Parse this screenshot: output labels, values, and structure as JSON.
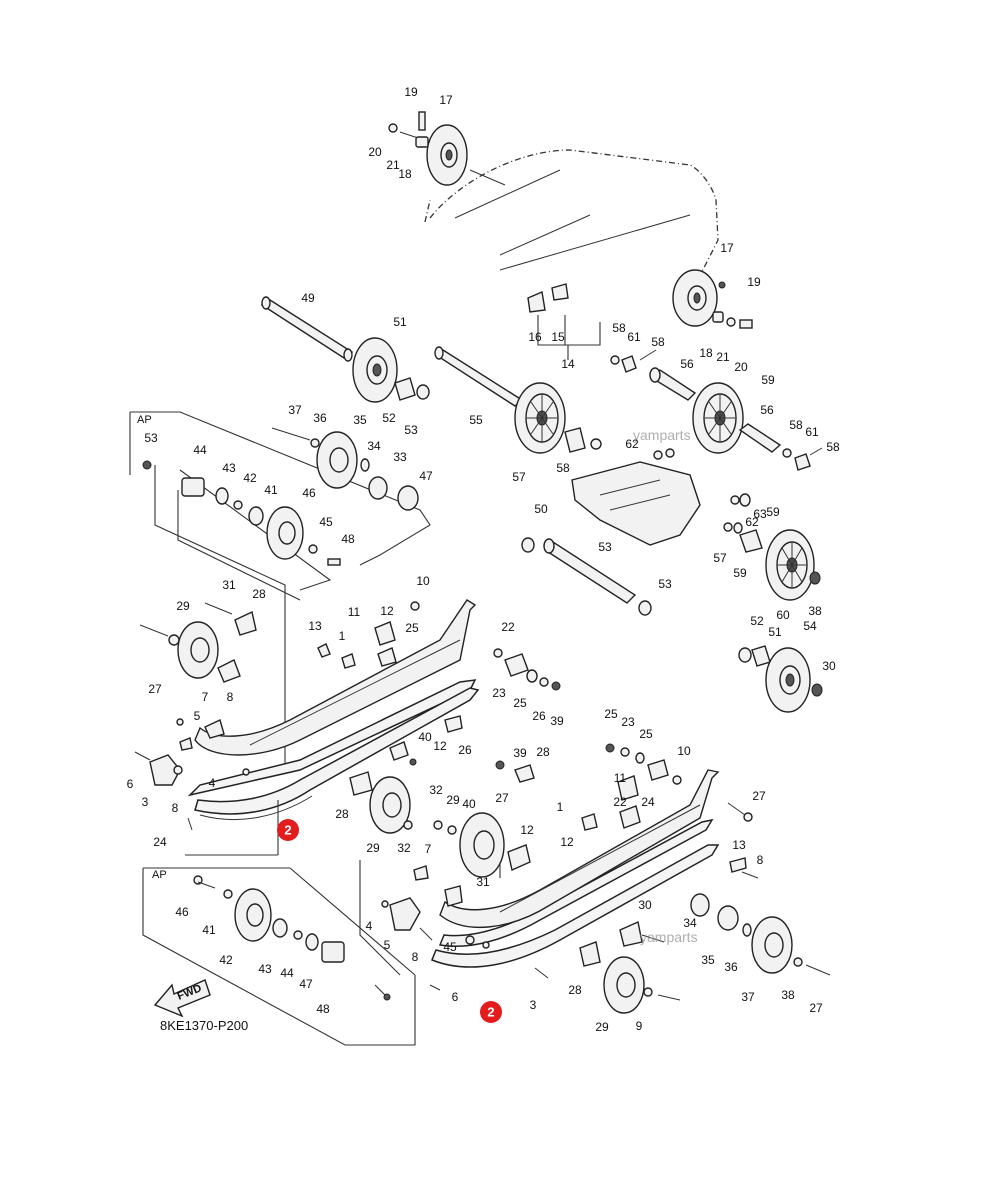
{
  "diagram_code": "8KE1370-P200",
  "group_label": "AP",
  "fwd_label": "FWD",
  "watermark": "yamparts",
  "highlight_color": "#e31d1d",
  "highlighted_part": "2",
  "callouts": [
    "19",
    "17",
    "20",
    "21",
    "18",
    "17",
    "19",
    "16",
    "15",
    "14",
    "18",
    "21",
    "20",
    "58",
    "61",
    "58",
    "56",
    "59",
    "56",
    "58",
    "61",
    "58",
    "49",
    "51",
    "52",
    "53",
    "55",
    "62",
    "62",
    "63",
    "59",
    "57",
    "58",
    "57",
    "59",
    "60",
    "38",
    "37",
    "36",
    "35",
    "34",
    "33",
    "47",
    "44",
    "43",
    "42",
    "41",
    "46",
    "45",
    "48",
    "53",
    "50",
    "53",
    "53",
    "52",
    "51",
    "54",
    "30",
    "31",
    "29",
    "28",
    "27",
    "7",
    "8",
    "5",
    "4",
    "6",
    "3",
    "8",
    "24",
    "10",
    "11",
    "12",
    "13",
    "1",
    "25",
    "22",
    "23",
    "25",
    "26",
    "39",
    "40",
    "12",
    "26",
    "25",
    "23",
    "25",
    "10",
    "11",
    "22",
    "24",
    "27",
    "28",
    "29",
    "32",
    "32",
    "29",
    "40",
    "39",
    "28",
    "27",
    "12",
    "1",
    "12",
    "13",
    "8",
    "7",
    "31",
    "30",
    "34",
    "35",
    "36",
    "37",
    "38",
    "27",
    "28",
    "29",
    "9",
    "3",
    "6",
    "4",
    "5",
    "8",
    "45",
    "46",
    "41",
    "42",
    "43",
    "44",
    "47",
    "48"
  ]
}
